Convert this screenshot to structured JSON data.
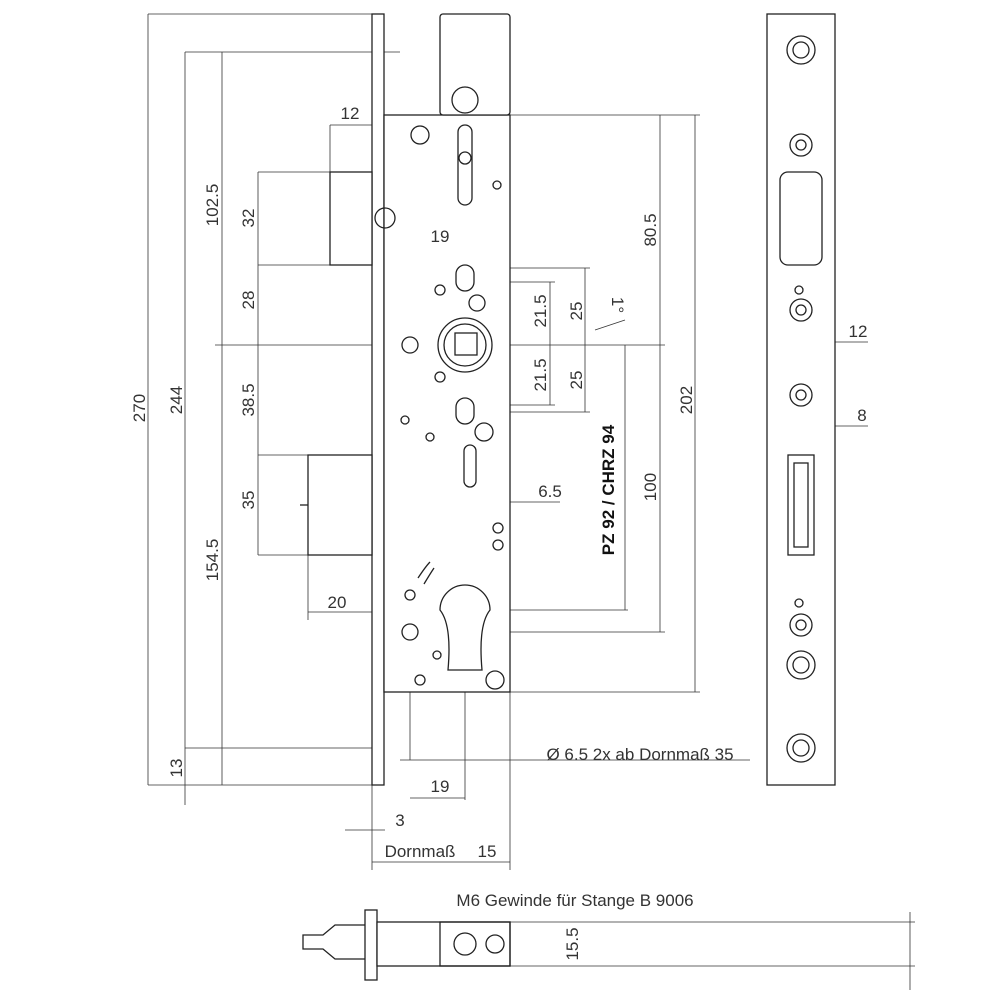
{
  "title": "Lock mortise technical drawing",
  "dimensions": {
    "latch_offset": "12",
    "top_to_spindle": "102.5",
    "latch_height": "32",
    "latch_to_spindle": "28",
    "total_height": "270",
    "screw_spacing": "244",
    "spindle_to_bolt": "38.5",
    "bolt_height": "35",
    "bolt_to_bottom": "154.5",
    "bolt_throw": "20",
    "bottom_offset": "13",
    "spindle_offset_19": "19",
    "upper_21_5": "21.5",
    "upper_25": "25",
    "angle": "1°",
    "lower_21_5": "21.5",
    "lower_25": "25",
    "cylinder_spacing": "PZ 92 / CHRZ 94",
    "slot_6_5": "6.5",
    "top_80_5": "80.5",
    "case_202": "202",
    "lower_100": "100",
    "hole_note": "Ø 6.5  2x ab Dornmaß 35",
    "bottom_19": "19",
    "plate_3": "3",
    "backset": "Dornmaß",
    "plate_15": "15",
    "side_12": "12",
    "side_8": "8",
    "rod_note": "M6 Gewinde für Stange B 9006",
    "rod_15_5": "15.5"
  }
}
